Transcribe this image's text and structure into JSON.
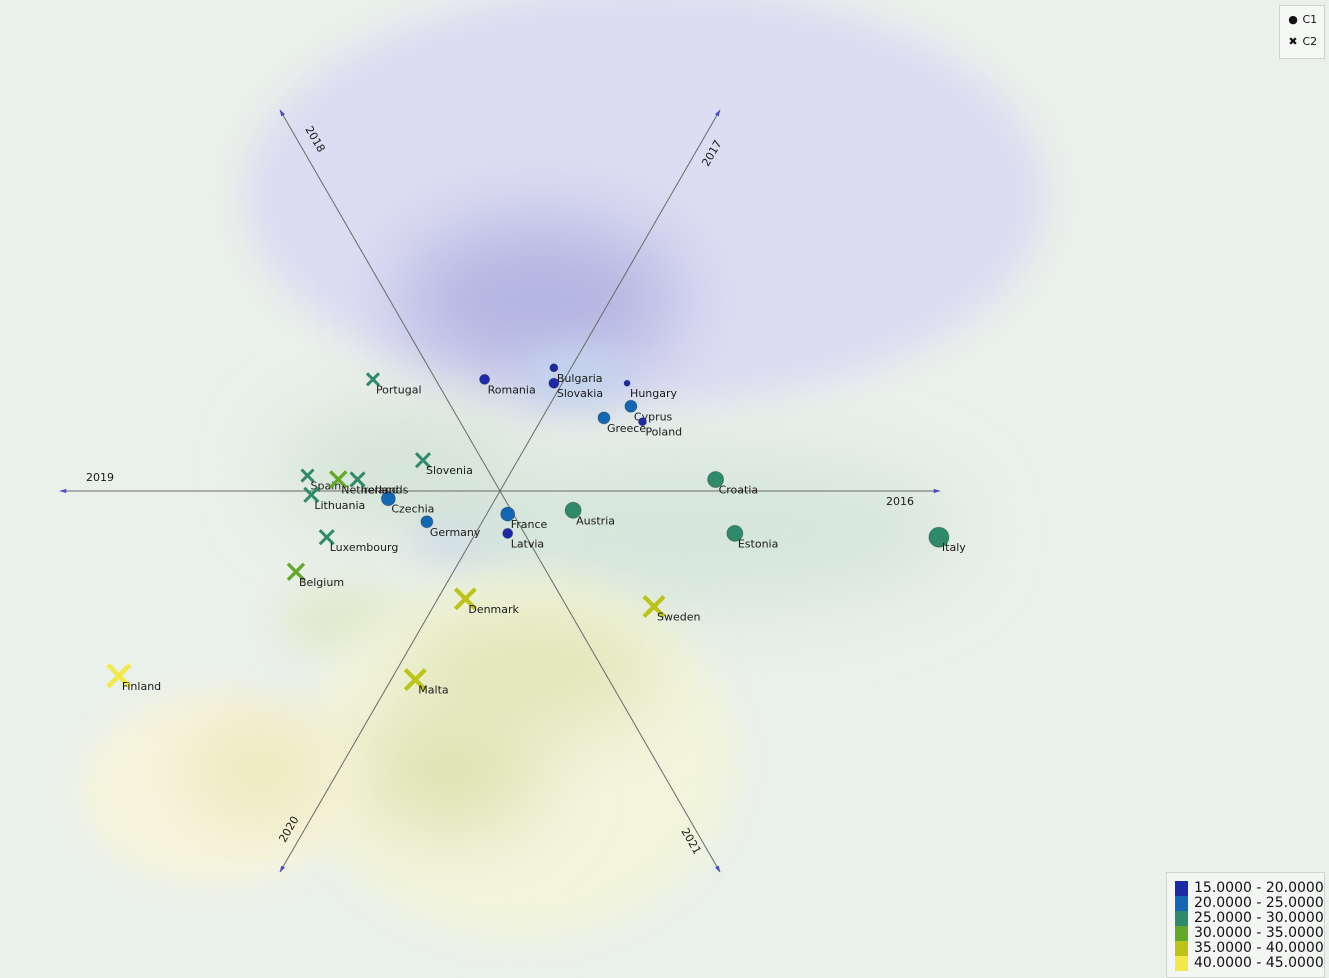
{
  "chart_data": {
    "type": "scatter",
    "axes": [
      "2016",
      "2017",
      "2018",
      "2019",
      "2020",
      "2021"
    ],
    "legend_markers": [
      {
        "name": "C1",
        "symbol": "circle",
        "icon": "circle-icon"
      },
      {
        "name": "C2",
        "symbol": "cross",
        "icon": "cross-icon"
      }
    ],
    "color_scale": [
      {
        "label": "15.0000 - 20.0000",
        "color": "#1c2aa8"
      },
      {
        "label": "20.0000 - 25.0000",
        "color": "#1467b3"
      },
      {
        "label": "25.0000 - 30.0000",
        "color": "#2e8a6a"
      },
      {
        "label": "30.0000 - 35.0000",
        "color": "#63a82a"
      },
      {
        "label": "35.0000 - 40.0000",
        "color": "#bcc418"
      },
      {
        "label": "40.0000 - 45.0000",
        "color": "#f2ea4a"
      }
    ],
    "legend_placement": [
      "top-right",
      "bottom-right"
    ],
    "points": [
      {
        "name": "Bulgaria",
        "x": 0.14,
        "y": 0.32,
        "cluster": "C1",
        "bin": 0,
        "size": 4
      },
      {
        "name": "Romania",
        "x": -0.04,
        "y": 0.29,
        "cluster": "C1",
        "bin": 0,
        "size": 5
      },
      {
        "name": "Slovakia",
        "x": 0.14,
        "y": 0.28,
        "cluster": "C1",
        "bin": 0,
        "size": 5
      },
      {
        "name": "Hungary",
        "x": 0.33,
        "y": 0.28,
        "cluster": "C1",
        "bin": 0,
        "size": 3
      },
      {
        "name": "Cyprus",
        "x": 0.34,
        "y": 0.22,
        "cluster": "C1",
        "bin": 1,
        "size": 6
      },
      {
        "name": "Greece",
        "x": 0.27,
        "y": 0.19,
        "cluster": "C1",
        "bin": 1,
        "size": 6
      },
      {
        "name": "Poland",
        "x": 0.37,
        "y": 0.18,
        "cluster": "C1",
        "bin": 0,
        "size": 4
      },
      {
        "name": "Croatia",
        "x": 0.56,
        "y": 0.03,
        "cluster": "C1",
        "bin": 2,
        "size": 8
      },
      {
        "name": "Czechia",
        "x": -0.29,
        "y": -0.02,
        "cluster": "C1",
        "bin": 1,
        "size": 7
      },
      {
        "name": "Austria",
        "x": 0.19,
        "y": -0.05,
        "cluster": "C1",
        "bin": 2,
        "size": 8
      },
      {
        "name": "France",
        "x": 0.02,
        "y": -0.06,
        "cluster": "C1",
        "bin": 1,
        "size": 7
      },
      {
        "name": "Germany",
        "x": -0.19,
        "y": -0.08,
        "cluster": "C1",
        "bin": 1,
        "size": 6
      },
      {
        "name": "Latvia",
        "x": 0.02,
        "y": -0.11,
        "cluster": "C1",
        "bin": 0,
        "size": 5
      },
      {
        "name": "Estonia",
        "x": 0.61,
        "y": -0.11,
        "cluster": "C1",
        "bin": 2,
        "size": 8
      },
      {
        "name": "Italy",
        "x": 1.14,
        "y": -0.12,
        "cluster": "C1",
        "bin": 2,
        "size": 10
      },
      {
        "name": "Portugal",
        "x": -0.33,
        "y": 0.29,
        "cluster": "C2",
        "bin": 2,
        "size": 6
      },
      {
        "name": "Slovenia",
        "x": -0.2,
        "y": 0.08,
        "cluster": "C2",
        "bin": 2,
        "size": 7
      },
      {
        "name": "Spain",
        "x": -0.5,
        "y": 0.04,
        "cluster": "C2",
        "bin": 2,
        "size": 6
      },
      {
        "name": "Netherlands",
        "x": -0.42,
        "y": 0.03,
        "cluster": "C2",
        "bin": 3,
        "size": 8
      },
      {
        "name": "Ireland",
        "x": -0.37,
        "y": 0.03,
        "cluster": "C2",
        "bin": 2,
        "size": 7
      },
      {
        "name": "Lithuania",
        "x": -0.49,
        "y": -0.01,
        "cluster": "C2",
        "bin": 2,
        "size": 7
      },
      {
        "name": "Luxembourg",
        "x": -0.45,
        "y": -0.12,
        "cluster": "C2",
        "bin": 2,
        "size": 7
      },
      {
        "name": "Belgium",
        "x": -0.53,
        "y": -0.21,
        "cluster": "C2",
        "bin": 3,
        "size": 8
      },
      {
        "name": "Denmark",
        "x": -0.09,
        "y": -0.28,
        "cluster": "C2",
        "bin": 4,
        "size": 10
      },
      {
        "name": "Sweden",
        "x": 0.4,
        "y": -0.3,
        "cluster": "C2",
        "bin": 4,
        "size": 10
      },
      {
        "name": "Finland",
        "x": -0.99,
        "y": -0.48,
        "cluster": "C2",
        "bin": 5,
        "size": 11
      },
      {
        "name": "Malta",
        "x": -0.22,
        "y": -0.49,
        "cluster": "C2",
        "bin": 4,
        "size": 10
      }
    ]
  }
}
